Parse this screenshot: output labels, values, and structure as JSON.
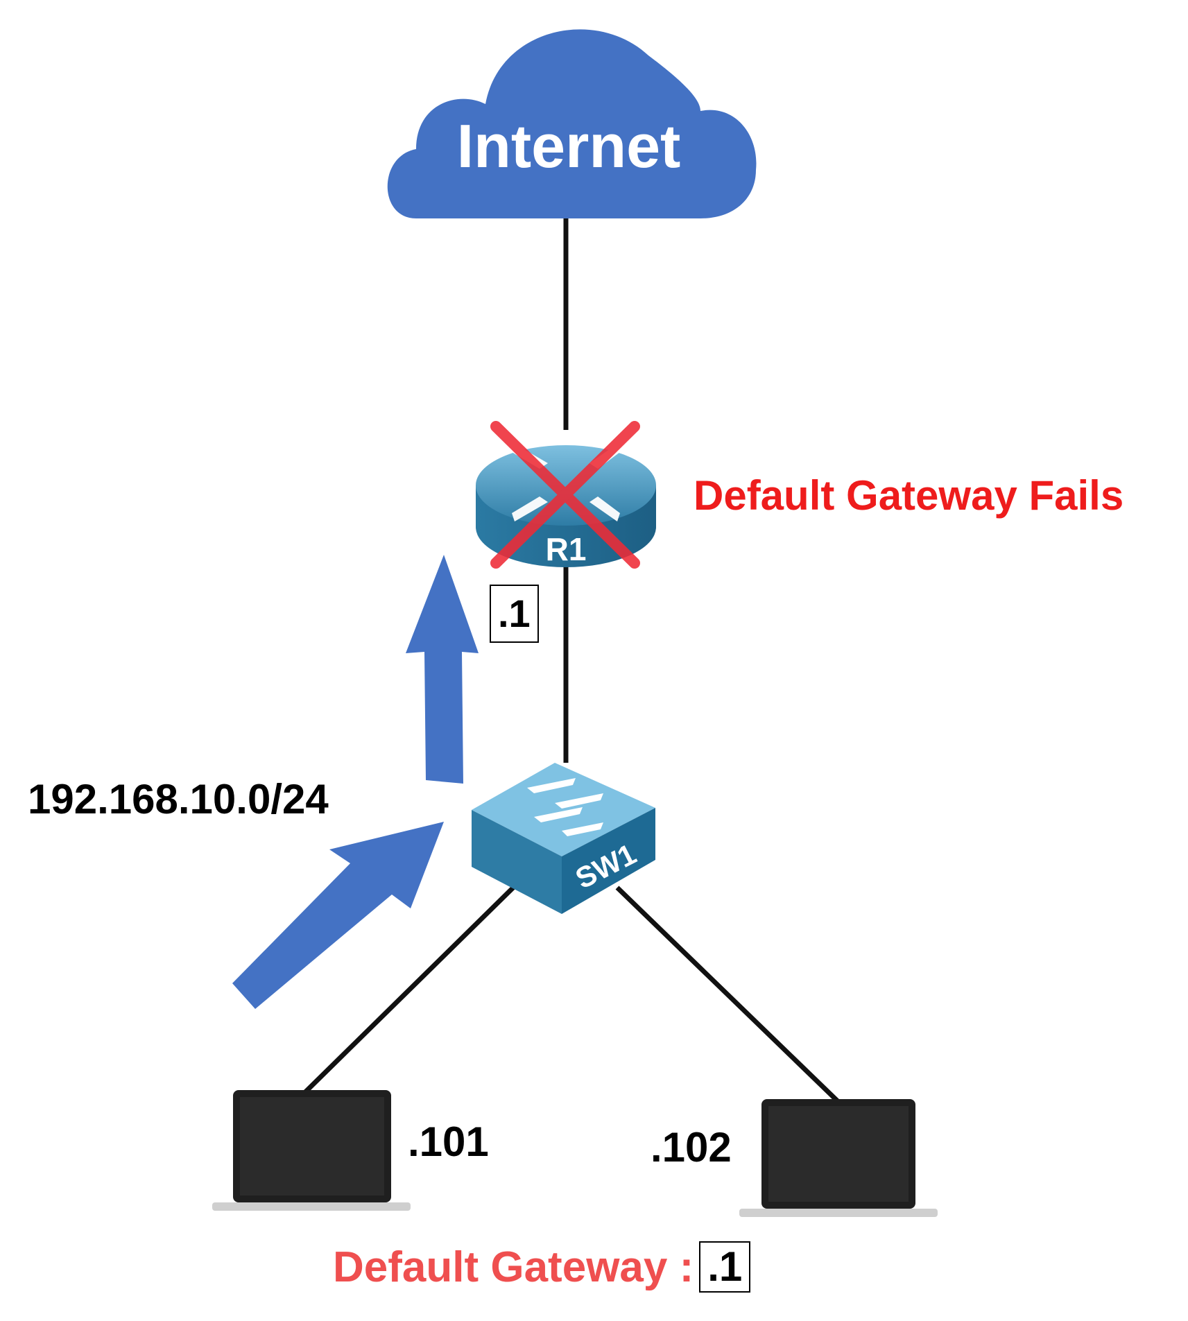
{
  "cloud": {
    "label": "Internet",
    "color": "#4472c4"
  },
  "router": {
    "name": "R1",
    "ip": ".1",
    "status": "failed"
  },
  "router_failure_label": "Default Gateway Fails",
  "switch": {
    "name": "SW1"
  },
  "subnet": "192.168.10.0/24",
  "hosts": [
    {
      "ip": ".101"
    },
    {
      "ip": ".102"
    }
  ],
  "default_gateway": {
    "label": "Default Gateway :",
    "value": ".1"
  },
  "colors": {
    "arrow": "#4472c4",
    "failure": "#ee1c1c",
    "gateway_text": "#ef4f4f"
  }
}
